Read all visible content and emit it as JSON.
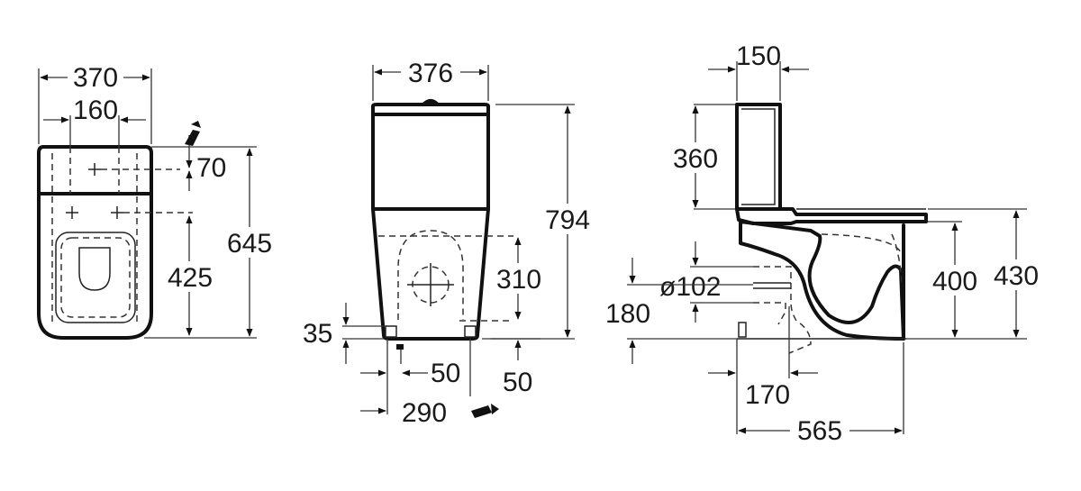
{
  "dimensions": {
    "top_width": "370",
    "top_hole_spacing": "160",
    "top_hole_offset": "70",
    "top_fixing_to_rear": "425",
    "top_depth": "645",
    "front_width": "376",
    "front_height": "794",
    "front_outlet_height": "310",
    "front_base_offset": "35",
    "front_supply_offset": "50",
    "front_outlet_below": "50",
    "front_supply_position": "290",
    "side_cistern_depth": "150",
    "side_cistern_height": "360",
    "side_outlet_diameter": "ø102",
    "side_outlet_height": "180",
    "side_bowl_height": "400",
    "side_seat_height": "430",
    "side_outlet_from_wall": "170",
    "side_projection": "565"
  }
}
